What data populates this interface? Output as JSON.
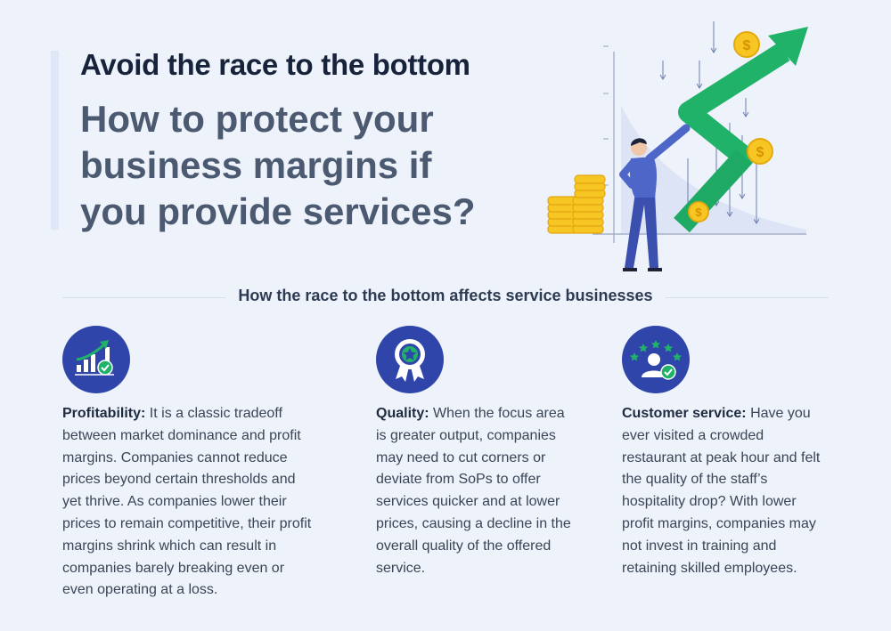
{
  "header": {
    "title": "Avoid the race to the bottom",
    "subtitle": "How to protect your business margins if you provide services?"
  },
  "section": {
    "title": "How the race to the bottom affects service businesses"
  },
  "columns": [
    {
      "icon": "growth-chart-check-icon",
      "heading": "Profitability:",
      "text": "It is a classic tradeoff between market dominance and profit margins. Companies cannot reduce prices beyond certain thresholds and yet thrive. As companies lower their prices to remain competitive, their profit margins shrink which can result in companies barely breaking even or even operating at a loss."
    },
    {
      "icon": "award-ribbon-icon",
      "heading": "Quality:",
      "text": "When the focus area is greater output, companies may need to cut corners or deviate from SoPs to offer services quicker and at lower prices, causing a decline in the overall quality of the offered service."
    },
    {
      "icon": "customer-rating-icon",
      "heading": "Customer service:",
      "text": "Have you ever visited a crowded restaurant at peak hour and felt the quality of the staff’s hospitality drop? With lower profit margins, companies may not invest in training and retaining skilled employees."
    }
  ],
  "colors": {
    "background": "#edf2fb",
    "icon_circle": "#2f45a9",
    "arrow_green": "#21b26a",
    "coin_gold": "#f8c623",
    "person_blue": "#3a4fae"
  }
}
